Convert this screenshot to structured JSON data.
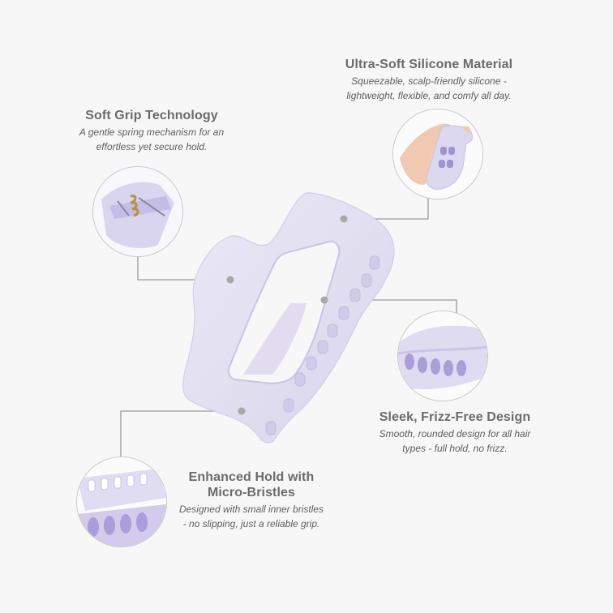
{
  "features": {
    "silicone": {
      "title": "Ultra-Soft Silicone Material",
      "desc_line1": "Squeezable, scalp-friendly silicone -",
      "desc_line2": "lightweight, flexible, and comfy all day."
    },
    "grip": {
      "title": "Soft Grip Technology",
      "desc_line1": "A gentle spring mechanism for an",
      "desc_line2": "effortless yet secure hold."
    },
    "sleek": {
      "title": "Sleek, Frizz-Free Design",
      "desc_line1": "Smooth, rounded design for all hair",
      "desc_line2": "types - full hold, no frizz."
    },
    "hold": {
      "title_line1": "Enhanced Hold with",
      "title_line2": "Micro-Bristles",
      "desc_line1": "Designed with small inner bristles",
      "desc_line2": "- no slipping, just a reliable grip."
    }
  },
  "colors": {
    "clip": "#e3e1f2",
    "clip_shadow": "#cfcbe8",
    "clip_inner": "#b7aedc",
    "leader": "#9a9a9a",
    "title": "#6b6b6b",
    "text": "#5e5e5e"
  }
}
